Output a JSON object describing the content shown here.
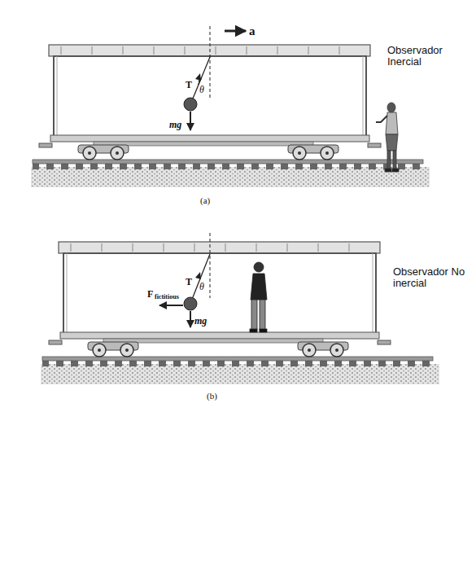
{
  "diagram": {
    "labels": [
      "a",
      "Observador Inercial",
      "T",
      "θ",
      "mg",
      "(a)",
      "T",
      "θ",
      "F",
      "fictitious",
      "mg",
      "Observador No inercial",
      "(b)"
    ]
  }
}
